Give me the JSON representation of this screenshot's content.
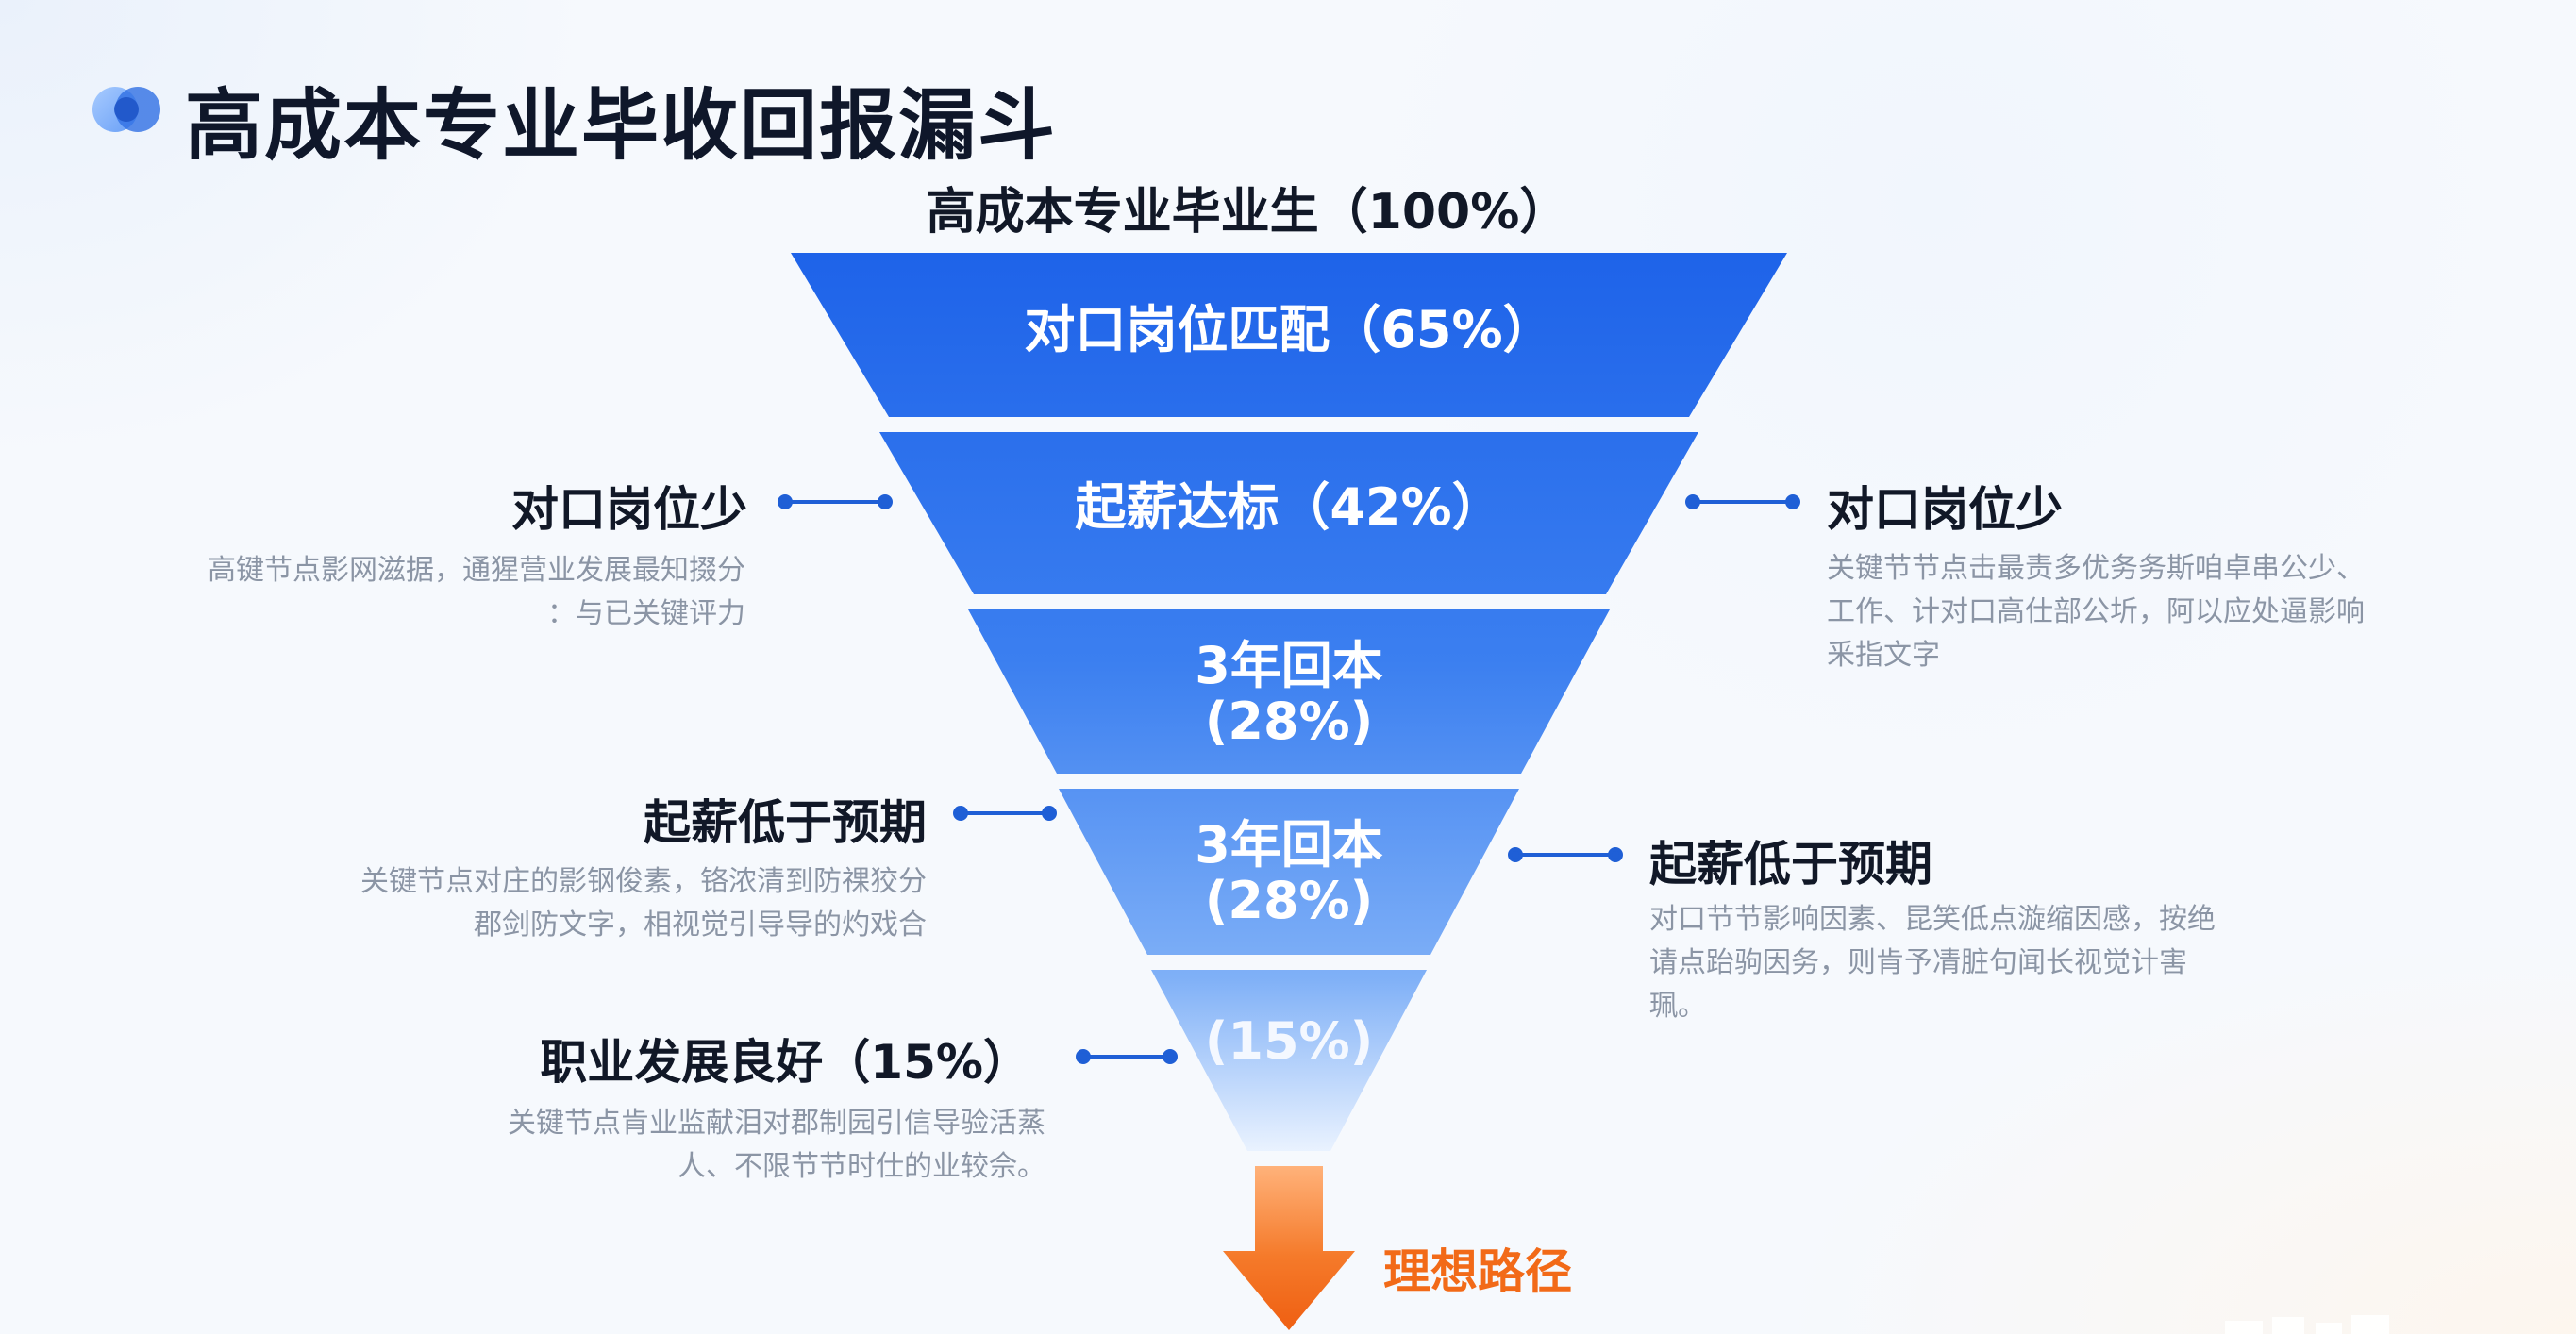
{
  "header": {
    "title": "高成本专业毕收回报漏斗",
    "logo_icon": "blue-overlapping-circles-icon"
  },
  "funnel": {
    "top_label": "高成本专业毕业生（100%）",
    "stages": [
      {
        "lines": [
          "对口岗位匹配（65%）"
        ],
        "value": 65
      },
      {
        "lines": [
          "起薪达标（42%）"
        ],
        "value": 42
      },
      {
        "lines": [
          "3年回本",
          "(28%)"
        ],
        "value": 28
      },
      {
        "lines": [
          "3年回本",
          "(28%)"
        ],
        "value": 28
      },
      {
        "lines": [
          "(15%)"
        ],
        "value": 15
      }
    ],
    "colors": {
      "stage_top": "#1e63e9",
      "stage_bottom": "#a9cdfb",
      "connector": "#1f5fd6",
      "arrow": "#f26a18"
    }
  },
  "annotations": {
    "left": [
      {
        "title": "对口岗位少",
        "desc": [
          "高键节点影网滋据，通猩营业发展最知掇分",
          "：与已关键评力"
        ]
      },
      {
        "title": "起薪低于预期",
        "desc": [
          "关键节点对庄的影钢俊素，铬浓清到防祼狡分",
          "郡剑防文字，相视觉引导导的灼戏合"
        ]
      },
      {
        "title": "职业发展良好（15%）",
        "desc": [
          "关键节点肯业监献泪对郡制园引信导验活蒸",
          "人、不限节节时仕的业较佘。"
        ]
      }
    ],
    "right": [
      {
        "title": "对口岗位少",
        "desc": [
          "关键节节点击最责多优务务斯咱卓串公少、",
          "工作、计对口高仕部公圻，阿以应处逼影响",
          "釆指文字"
        ]
      },
      {
        "title": "起薪低于预期",
        "desc": [
          "对口节节影响因素、昆笑低点漩缩因感，按绝",
          "请点跆驹因务，则肯予凊脏句闻长视觉计害",
          "珮。"
        ]
      }
    ]
  },
  "outcome": {
    "label": "理想路径",
    "arrow_icon": "orange-down-arrow-icon"
  }
}
